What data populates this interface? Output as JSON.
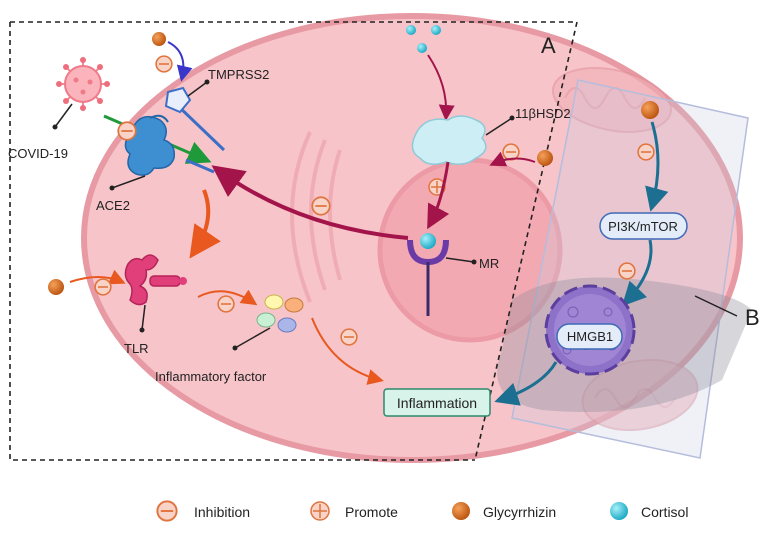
{
  "panels": {
    "a": "A",
    "b": "B"
  },
  "labels": {
    "tmprss2": "TMPRSS2",
    "covid": "COVID-19",
    "ace2": "ACE2",
    "hsd2": "11βHSD2",
    "mr": "MR",
    "tlr": "TLR",
    "inflammatory_factor": "Inflammatory factor",
    "inflammation": "Inflammation",
    "pi3k": "PI3K/mTOR",
    "hmgb1": "HMGB1"
  },
  "legend": {
    "inhibition": "Inhibition",
    "promote": "Promote",
    "glycyrrhizin": "Glycyrrhizin",
    "cortisol": "Cortisol"
  },
  "colors": {
    "cell": "#f7c4c9",
    "cell_border": "#e79aa3",
    "nucleus": "#f3a9b2",
    "glycyrrhizin": "#d9691c",
    "cortisol": "#33c3d9",
    "maroon_arrow": "#a3154a",
    "orange_arrow": "#e8581f",
    "teal_arrow": "#1d6f91"
  },
  "icons": {
    "inhibition": "inhibition-symbol-icon",
    "promote": "promote-symbol-icon",
    "glycyrrhizin": "glycyrrhizin-molecule-icon",
    "cortisol": "cortisol-molecule-icon"
  }
}
